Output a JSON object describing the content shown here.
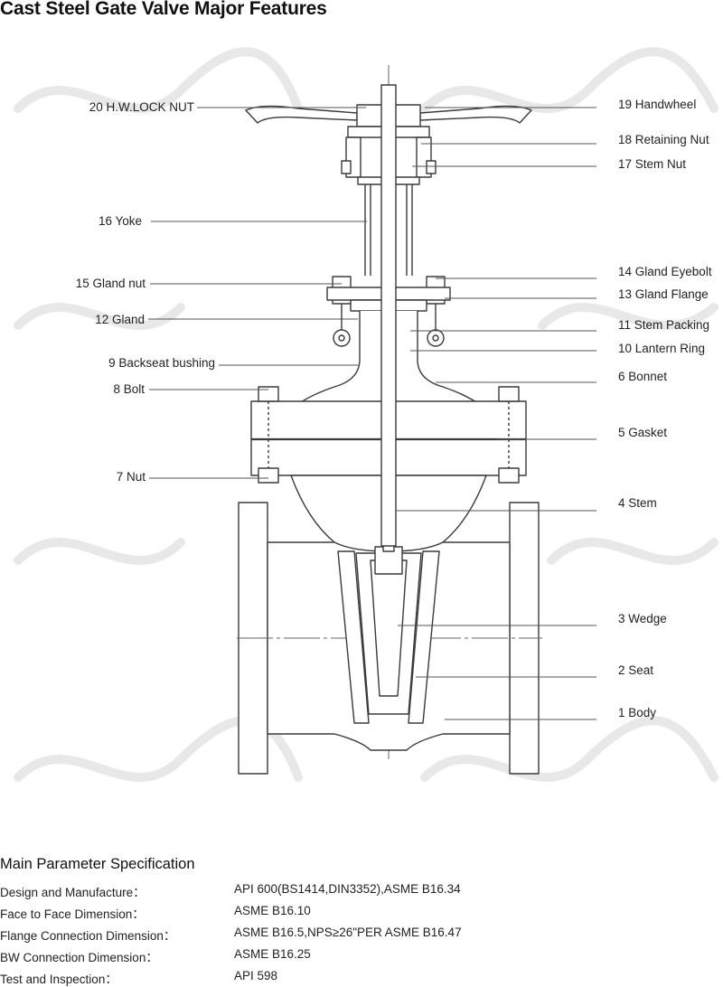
{
  "title": "Cast Steel Gate Valve Major Features",
  "parts_left": [
    {
      "id": "hwlocknut",
      "text": "20 H.W.LOCK NUT"
    },
    {
      "id": "yoke",
      "text": "16 Yoke"
    },
    {
      "id": "glandnut",
      "text": "15 Gland nut"
    },
    {
      "id": "gland",
      "text": "12 Gland"
    },
    {
      "id": "backseat",
      "text": "9 Backseat bushing"
    },
    {
      "id": "bolt",
      "text": "8 Bolt"
    },
    {
      "id": "nut",
      "text": "7 Nut"
    }
  ],
  "parts_right": [
    {
      "id": "handwheel",
      "text": "19 Handwheel"
    },
    {
      "id": "retainingnut",
      "text": "18 Retaining Nut"
    },
    {
      "id": "stemnut",
      "text": "17 Stem Nut"
    },
    {
      "id": "glandeyebolt",
      "text": "14 Gland Eyebolt"
    },
    {
      "id": "glandflange",
      "text": "13 Gland Flange"
    },
    {
      "id": "stempacking",
      "text": "11 Stem Packing"
    },
    {
      "id": "lanternring",
      "text": "10 Lantern Ring"
    },
    {
      "id": "bonnet",
      "text": "6 Bonnet"
    },
    {
      "id": "gasket",
      "text": "5 Gasket"
    },
    {
      "id": "stem",
      "text": "4 Stem"
    },
    {
      "id": "wedge",
      "text": "3 Wedge"
    },
    {
      "id": "seat",
      "text": "2 Seat"
    },
    {
      "id": "body",
      "text": "1 Body"
    }
  ],
  "spec": {
    "title": "Main Parameter Specification",
    "rows": [
      {
        "key": "Design and Manufacture：",
        "value": "API 600(BS1414,DIN3352),ASME B16.34"
      },
      {
        "key": "Face to Face Dimension：",
        "value": "ASME B16.10"
      },
      {
        "key": "Flange Connection Dimension：",
        "value": "ASME B16.5,NPS≥26\"PER ASME B16.47"
      },
      {
        "key": "BW Connection Dimension：",
        "value": "ASME B16.25"
      },
      {
        "key": "Test and Inspection：",
        "value": "API 598"
      }
    ]
  },
  "colors": {
    "line": "#3a3a3a",
    "leader": "#555555",
    "watermark": "#e6e6e6"
  }
}
